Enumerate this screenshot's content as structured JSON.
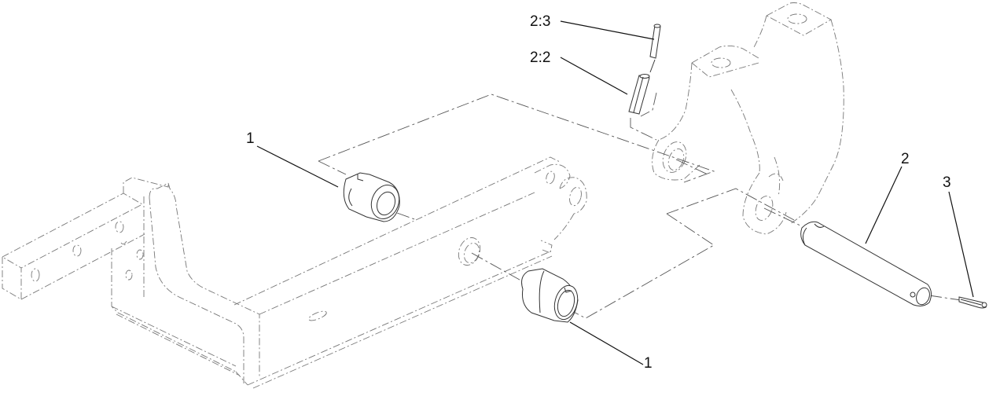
{
  "diagram": {
    "type": "exploded-parts-view",
    "background": "#ffffff",
    "line_color": "#333333",
    "callouts": [
      {
        "id": "callout-1-upper",
        "label": "1",
        "part": "bushing (upper)"
      },
      {
        "id": "callout-1-lower",
        "label": "1",
        "part": "bushing (lower)"
      },
      {
        "id": "callout-2",
        "label": "2",
        "part": "pivot pin"
      },
      {
        "id": "callout-2-2",
        "label": "2:2",
        "part": "grease fitting sleeve"
      },
      {
        "id": "callout-2-3",
        "label": "2:3",
        "part": "grease fitting"
      },
      {
        "id": "callout-3",
        "label": "3",
        "part": "cotter pin"
      }
    ],
    "phantom_parts": [
      "mounting frame",
      "caster yoke / fork"
    ]
  }
}
